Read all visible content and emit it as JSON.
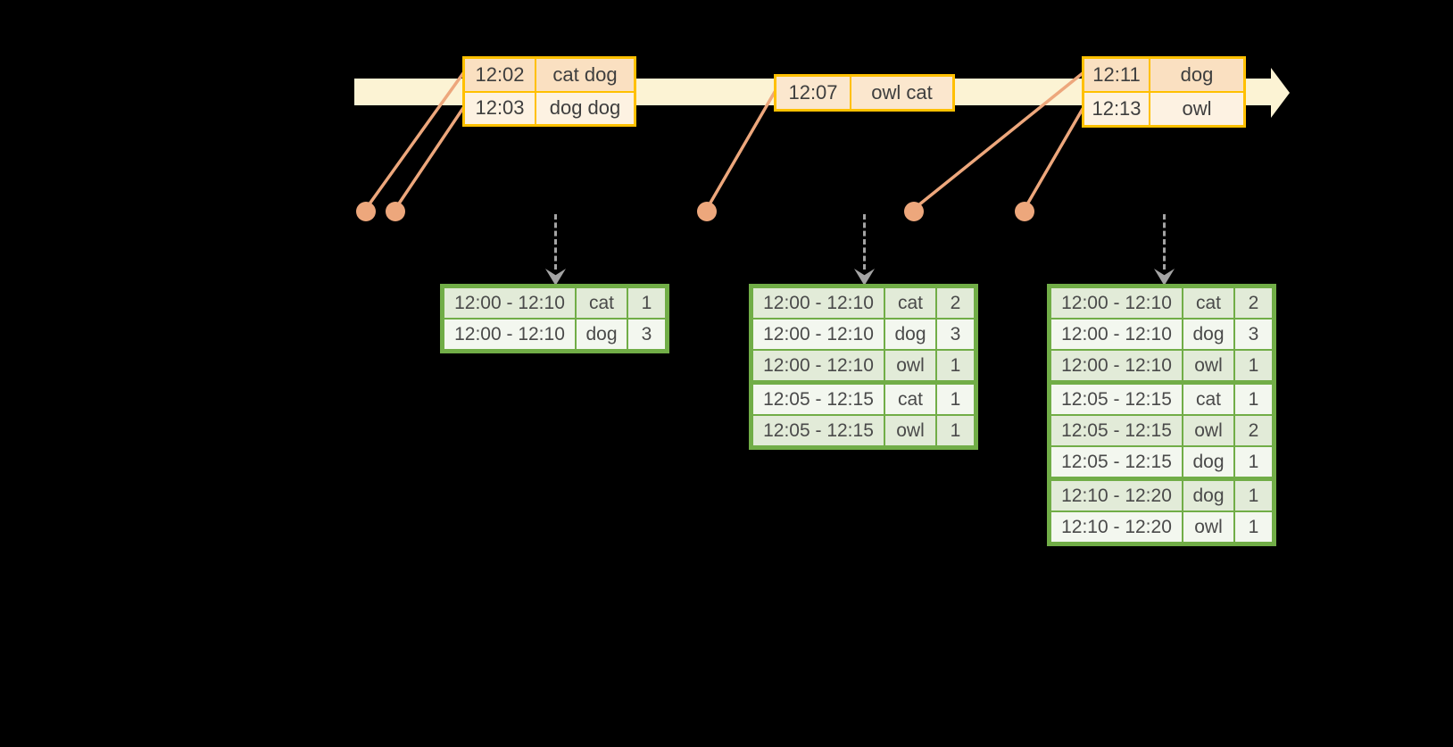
{
  "diagram": {
    "background": "#000000",
    "palette": {
      "timeline_band": "#FCF3D4",
      "event_border": "#FFC000",
      "event_row_dark": "#FAE0C1",
      "event_row_light": "#FDF2E2",
      "event_row_mid": "#FBE7CE",
      "dot_and_line": "#EDA77C",
      "trigger_arrow": "#A4A4A4",
      "table_border_green": "#71AD47",
      "table_row_dark": "#E2EBD8",
      "table_row_light": "#F3F7EF",
      "text": "#3E3E3E"
    },
    "icons": {
      "timeline_arrowhead": "right-arrowhead",
      "trigger_arrowhead": "down-arrowhead",
      "event_dot": "filled-circle"
    },
    "event_boxes": [
      {
        "rows": [
          {
            "time": "12:02",
            "words": "cat dog"
          },
          {
            "time": "12:03",
            "words": "dog dog"
          }
        ]
      },
      {
        "rows": [
          {
            "time": "12:07",
            "words": "owl cat"
          }
        ]
      },
      {
        "rows": [
          {
            "time": "12:11",
            "words": "dog"
          },
          {
            "time": "12:13",
            "words": "owl"
          }
        ]
      }
    ],
    "result_tables": [
      {
        "rows": [
          {
            "window": "12:00 - 12:10",
            "word": "cat",
            "count": "1"
          },
          {
            "window": "12:00 - 12:10",
            "word": "dog",
            "count": "3"
          }
        ]
      },
      {
        "rows": [
          {
            "window": "12:00 - 12:10",
            "word": "cat",
            "count": "2"
          },
          {
            "window": "12:00 - 12:10",
            "word": "dog",
            "count": "3"
          },
          {
            "window": "12:00 - 12:10",
            "word": "owl",
            "count": "1"
          },
          {
            "window": "12:05 - 12:15",
            "word": "cat",
            "count": "1"
          },
          {
            "window": "12:05 - 12:15",
            "word": "owl",
            "count": "1"
          }
        ]
      },
      {
        "rows": [
          {
            "window": "12:00 - 12:10",
            "word": "cat",
            "count": "2"
          },
          {
            "window": "12:00 - 12:10",
            "word": "dog",
            "count": "3"
          },
          {
            "window": "12:00 - 12:10",
            "word": "owl",
            "count": "1"
          },
          {
            "window": "12:05 - 12:15",
            "word": "cat",
            "count": "1"
          },
          {
            "window": "12:05 - 12:15",
            "word": "owl",
            "count": "2"
          },
          {
            "window": "12:05 - 12:15",
            "word": "dog",
            "count": "1"
          },
          {
            "window": "12:10 - 12:20",
            "word": "dog",
            "count": "1"
          },
          {
            "window": "12:10 - 12:20",
            "word": "owl",
            "count": "1"
          }
        ]
      }
    ]
  }
}
